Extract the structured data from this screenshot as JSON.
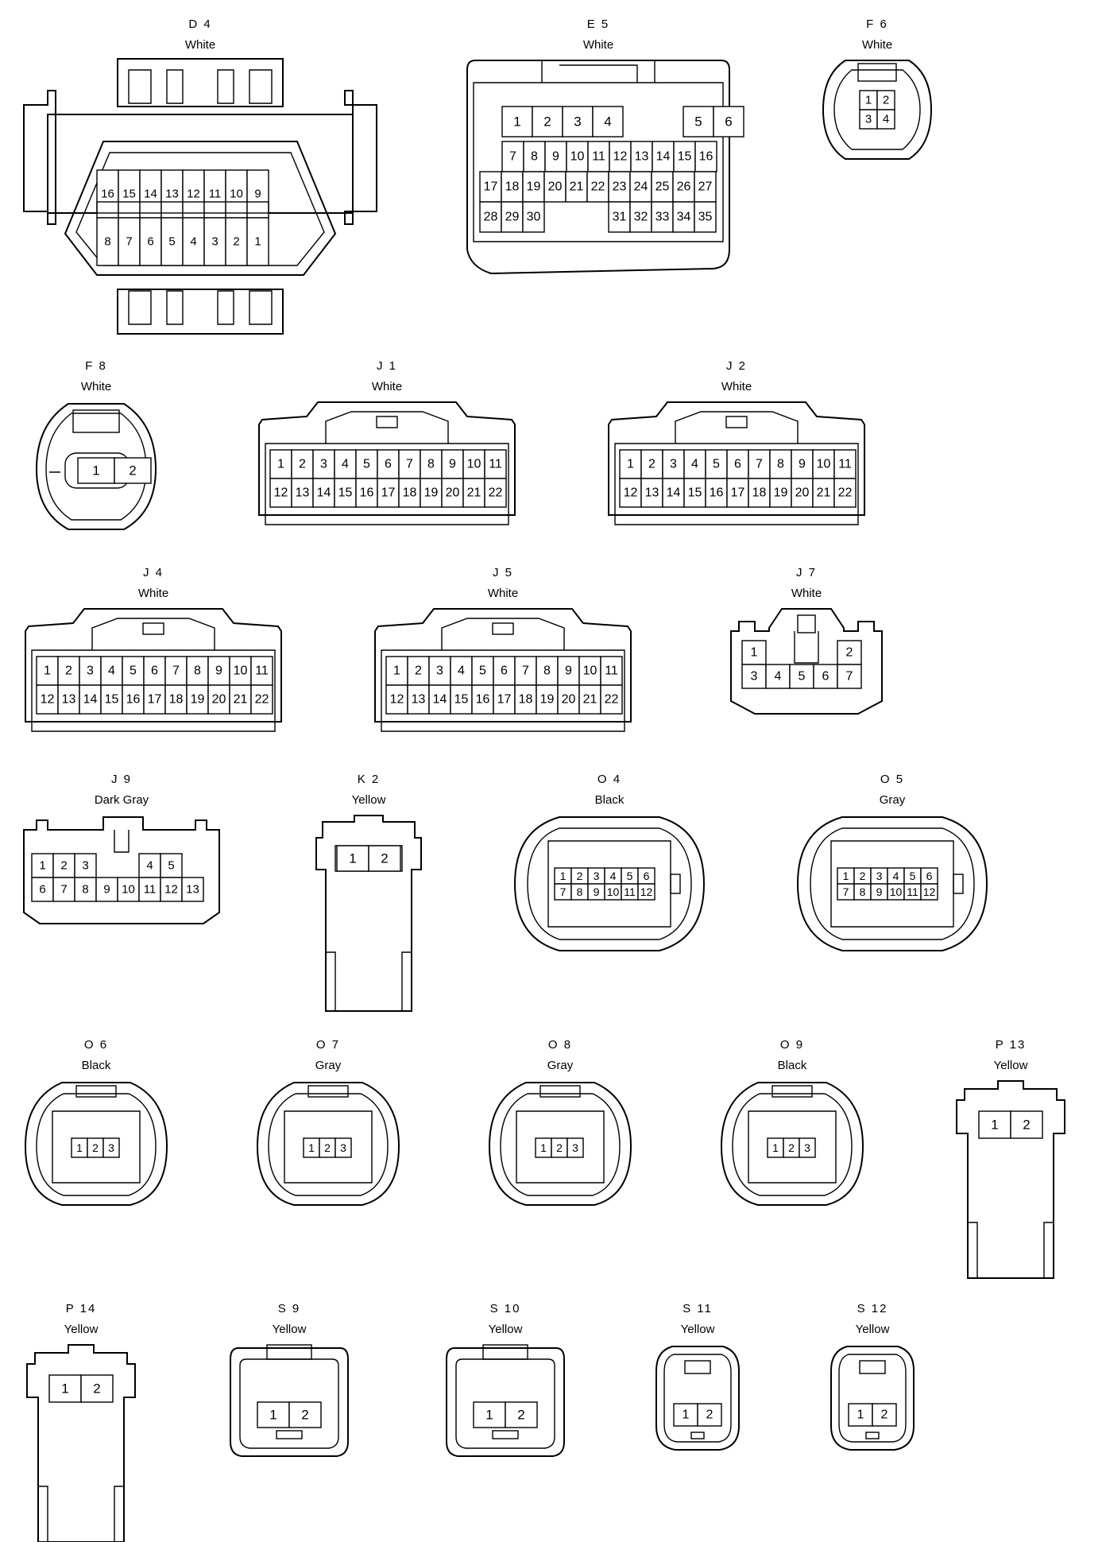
{
  "connectors": [
    {
      "id": "D4",
      "label": "D 4",
      "color": "White",
      "body": "obd",
      "w": 444,
      "h": 346,
      "rows": [
        [
          "16",
          "15",
          "14",
          "13",
          "12",
          "11",
          "10",
          "9"
        ],
        [
          "8",
          "7",
          "6",
          "5",
          "4",
          "3",
          "2",
          "1"
        ]
      ]
    },
    {
      "id": "E5",
      "label": "E 5",
      "color": "White",
      "body": "e5",
      "w": 330,
      "h": 280,
      "rows": [
        [
          "1",
          "2",
          "3",
          "4",
          "",
          "",
          "5",
          "6"
        ],
        [
          "7",
          "8",
          "9",
          "10",
          "11",
          "12",
          "13",
          "14",
          "15",
          "16"
        ],
        [
          "17",
          "18",
          "19",
          "20",
          "21",
          "22",
          "23",
          "24",
          "25",
          "26",
          "27"
        ],
        [
          "28",
          "29",
          "30",
          "",
          "",
          "",
          "31",
          "32",
          "33",
          "34",
          "35"
        ]
      ]
    },
    {
      "id": "F6",
      "label": "F 6",
      "color": "White",
      "body": "f6",
      "w": 136,
      "h": 128,
      "rows": [
        [
          "1",
          "2"
        ],
        [
          "3",
          "4"
        ]
      ]
    },
    {
      "id": "F8",
      "label": "F 8",
      "color": "White",
      "body": "f8",
      "w": 150,
      "h": 166,
      "rows": [
        [
          "1",
          "2"
        ]
      ]
    },
    {
      "id": "J1",
      "label": "J 1",
      "color": "White",
      "body": "rect22",
      "w": 322,
      "h": 160,
      "rows": [
        [
          "1",
          "2",
          "3",
          "4",
          "5",
          "6",
          "7",
          "8",
          "9",
          "10",
          "11"
        ],
        [
          "12",
          "13",
          "14",
          "15",
          "16",
          "17",
          "18",
          "19",
          "20",
          "21",
          "22"
        ]
      ]
    },
    {
      "id": "J2",
      "label": "J 2",
      "color": "White",
      "body": "rect22",
      "w": 322,
      "h": 160,
      "rows": [
        [
          "1",
          "2",
          "3",
          "4",
          "5",
          "6",
          "7",
          "8",
          "9",
          "10",
          "11"
        ],
        [
          "12",
          "13",
          "14",
          "15",
          "16",
          "17",
          "18",
          "19",
          "20",
          "21",
          "22"
        ]
      ]
    },
    {
      "id": "J4",
      "label": "J 4",
      "color": "White",
      "body": "rect22",
      "w": 322,
      "h": 160,
      "rows": [
        [
          "1",
          "2",
          "3",
          "4",
          "5",
          "6",
          "7",
          "8",
          "9",
          "10",
          "11"
        ],
        [
          "12",
          "13",
          "14",
          "15",
          "16",
          "17",
          "18",
          "19",
          "20",
          "21",
          "22"
        ]
      ]
    },
    {
      "id": "J5",
      "label": "J 5",
      "color": "White",
      "body": "rect22",
      "w": 322,
      "h": 160,
      "rows": [
        [
          "1",
          "2",
          "3",
          "4",
          "5",
          "6",
          "7",
          "8",
          "9",
          "10",
          "11"
        ],
        [
          "12",
          "13",
          "14",
          "15",
          "16",
          "17",
          "18",
          "19",
          "20",
          "21",
          "22"
        ]
      ]
    },
    {
      "id": "J7",
      "label": "J 7",
      "color": "White",
      "body": "j7",
      "w": 190,
      "h": 150,
      "rows": [
        [
          "1",
          "",
          "",
          "",
          "2"
        ],
        [
          "3",
          "4",
          "5",
          "6",
          "7"
        ]
      ]
    },
    {
      "id": "J9",
      "label": "J 9",
      "color": "Dark Gray",
      "body": "j9",
      "w": 246,
      "h": 140,
      "rows": [
        [
          "1",
          "2",
          "3",
          "",
          "",
          "4",
          "5"
        ],
        [
          "6",
          "7",
          "8",
          "9",
          "10",
          "11",
          "12",
          "13"
        ]
      ]
    },
    {
      "id": "K2",
      "label": "K 2",
      "color": "Yellow",
      "body": "tall",
      "w": 140,
      "h": 248,
      "rows": [
        [
          "1",
          "2"
        ]
      ]
    },
    {
      "id": "O4",
      "label": "O 4",
      "color": "Black",
      "body": "oval12",
      "w": 238,
      "h": 176,
      "rows": [
        [
          "1",
          "2",
          "3",
          "4",
          "5",
          "6"
        ],
        [
          "7",
          "8",
          "9",
          "10",
          "11",
          "12"
        ]
      ]
    },
    {
      "id": "O5",
      "label": "O 5",
      "color": "Gray",
      "body": "oval12",
      "w": 238,
      "h": 176,
      "rows": [
        [
          "1",
          "2",
          "3",
          "4",
          "5",
          "6"
        ],
        [
          "7",
          "8",
          "9",
          "10",
          "11",
          "12"
        ]
      ]
    },
    {
      "id": "O6",
      "label": "O 6",
      "color": "Black",
      "body": "oval3",
      "w": 178,
      "h": 160,
      "rows": [
        [
          "1",
          "2",
          "3"
        ]
      ]
    },
    {
      "id": "O7",
      "label": "O 7",
      "color": "Gray",
      "body": "oval3",
      "w": 178,
      "h": 160,
      "rows": [
        [
          "1",
          "2",
          "3"
        ]
      ]
    },
    {
      "id": "O8",
      "label": "O 8",
      "color": "Gray",
      "body": "oval3",
      "w": 178,
      "h": 160,
      "rows": [
        [
          "1",
          "2",
          "3"
        ]
      ]
    },
    {
      "id": "O9",
      "label": "O 9",
      "color": "Black",
      "body": "oval3",
      "w": 178,
      "h": 160,
      "rows": [
        [
          "1",
          "2",
          "3"
        ]
      ]
    },
    {
      "id": "P13",
      "label": "P 13",
      "color": "Yellow",
      "body": "tall2",
      "w": 140,
      "h": 250,
      "rows": [
        [
          "1",
          "2"
        ]
      ]
    },
    {
      "id": "P14",
      "label": "P 14",
      "color": "Yellow",
      "body": "tall2",
      "w": 140,
      "h": 250,
      "rows": [
        [
          "1",
          "2"
        ]
      ]
    },
    {
      "id": "S9",
      "label": "S 9",
      "color": "Yellow",
      "body": "s9",
      "w": 148,
      "h": 144,
      "rows": [
        [
          "1",
          "2"
        ]
      ]
    },
    {
      "id": "S10",
      "label": "S 10",
      "color": "Yellow",
      "body": "s9",
      "w": 148,
      "h": 144,
      "rows": [
        [
          "1",
          "2"
        ]
      ]
    },
    {
      "id": "S11",
      "label": "S 11",
      "color": "Yellow",
      "body": "s11",
      "w": 104,
      "h": 136,
      "rows": [
        [
          "1",
          "2"
        ]
      ]
    },
    {
      "id": "S12",
      "label": "S 12",
      "color": "Yellow",
      "body": "s11",
      "w": 104,
      "h": 136,
      "rows": [
        [
          "1",
          "2"
        ]
      ]
    }
  ]
}
